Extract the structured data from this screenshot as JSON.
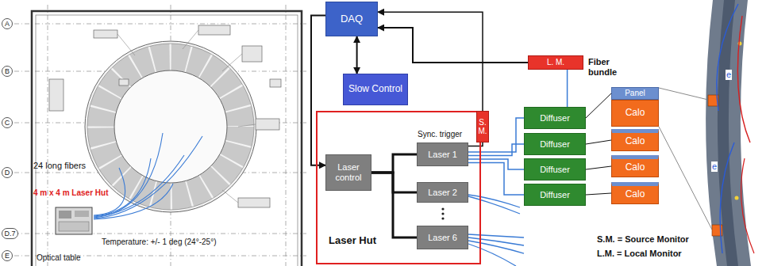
{
  "diagram": {
    "nodes": [
      {
        "text": [
          "A"
        ]
      },
      {
        "text": [
          "B"
        ]
      },
      {
        "text": [
          "C"
        ]
      },
      {
        "text": [
          "D"
        ]
      },
      {
        "text": [
          "D.7"
        ]
      },
      {
        "text": [
          "E"
        ]
      },
      {
        "text": [
          "DAQ"
        ]
      },
      {
        "text": [
          "Slow Control"
        ]
      },
      {
        "text": [
          "Laser Hut"
        ]
      },
      {
        "text": [
          "Laser control"
        ],
        "in": 8
      },
      {
        "text": [
          "Laser 1"
        ],
        "in": 8
      },
      {
        "text": [
          "Laser 2"
        ],
        "in": 8
      },
      {
        "text": [
          "Laser 6"
        ],
        "in": 8
      },
      {
        "text": [
          "S. M."
        ]
      },
      {
        "text": [
          "L. M."
        ]
      },
      {
        "text": [
          "Diffuser"
        ]
      },
      {
        "text": [
          "Diffuser"
        ]
      },
      {
        "text": [
          "Diffuser"
        ]
      },
      {
        "text": [
          "Diffuser"
        ]
      },
      {
        "text": [
          "Panel"
        ]
      },
      {
        "text": [
          "Calo"
        ]
      },
      {
        "text": [
          "Calo"
        ]
      },
      {
        "text": [
          "Calo"
        ]
      },
      {
        "text": [
          "Calo"
        ]
      }
    ],
    "edges": [
      {
        "from": 6,
        "to": 7,
        "arrow": "both"
      },
      {
        "from": 14,
        "to": 6,
        "arrow": "to"
      },
      {
        "from": 13,
        "to": 6,
        "arrow": "to"
      },
      {
        "from": 6,
        "to": 9,
        "arrow": "to"
      },
      {
        "from": 9,
        "to": 10,
        "arrow": "none"
      },
      {
        "from": 9,
        "to": 11,
        "arrow": "none"
      },
      {
        "from": 9,
        "to": 12,
        "arrow": "none"
      },
      {
        "from": 10,
        "to": 13,
        "arrow": "none"
      },
      {
        "from": 10,
        "to": 15,
        "arrow": "none"
      },
      {
        "from": 10,
        "to": 16,
        "arrow": "none"
      },
      {
        "from": 10,
        "to": 17,
        "arrow": "none"
      },
      {
        "from": 10,
        "to": 18,
        "arrow": "none"
      },
      {
        "from": 15,
        "to": 14,
        "arrow": "none"
      },
      {
        "from": 15,
        "to": 19,
        "arrow": "none"
      },
      {
        "from": 16,
        "to": 21,
        "arrow": "none"
      },
      {
        "from": 17,
        "to": 22,
        "arrow": "none"
      },
      {
        "from": 18,
        "to": 23,
        "arrow": "none"
      }
    ],
    "labels": [
      "24 long fibers",
      "4 m x 4 m Laser Hut",
      "Temperature: +/- 1 deg (24°-25°)",
      "Optical table",
      "Sync. trigger",
      "Fiber bundle",
      "S.M. = Source Monitor",
      "L.M. = Local Monitor",
      "e",
      "e"
    ]
  }
}
